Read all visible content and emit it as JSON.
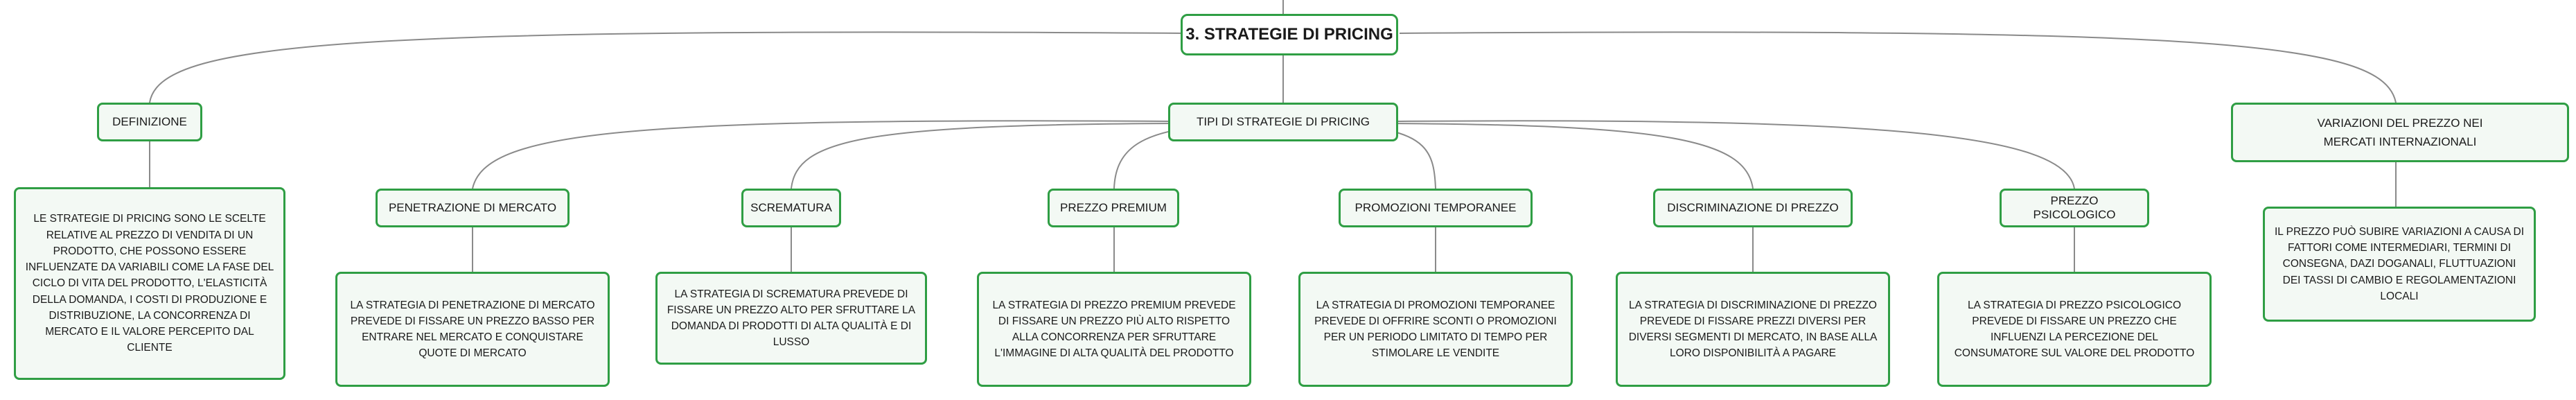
{
  "root": {
    "title": "3. STRATEGIE DI PRICING"
  },
  "branches": {
    "definizione": {
      "label": "DEFINIZIONE",
      "text": "LE STRATEGIE DI PRICING SONO LE SCELTE RELATIVE AL PREZZO DI VENDITA DI UN PRODOTTO, CHE POSSONO ESSERE INFLUENZATE DA VARIABILI COME LA FASE DEL CICLO DI VITA DEL PRODOTTO, L'ELASTICITÀ DELLA DOMANDA, I COSTI DI PRODUZIONE E DISTRIBUZIONE, LA CONCORRENZA DI MERCATO E IL VALORE PERCEPITO DAL CLIENTE"
    },
    "tipi": {
      "label": "TIPI DI STRATEGIE DI PRICING",
      "items": [
        {
          "label": "PENETRAZIONE DI MERCATO",
          "text": "LA STRATEGIA DI PENETRAZIONE DI MERCATO PREVEDE DI FISSARE UN PREZZO BASSO PER ENTRARE NEL MERCATO E CONQUISTARE QUOTE DI MERCATO"
        },
        {
          "label": "SCREMATURA",
          "text": "LA STRATEGIA DI SCREMATURA PREVEDE DI FISSARE UN PREZZO ALTO PER SFRUTTARE LA DOMANDA DI PRODOTTI DI ALTA QUALITÀ E DI LUSSO"
        },
        {
          "label": "PREZZO PREMIUM",
          "text": "LA STRATEGIA DI PREZZO PREMIUM PREVEDE DI FISSARE UN PREZZO PIÙ ALTO RISPETTO ALLA CONCORRENZA PER SFRUTTARE L'IMMAGINE DI ALTA QUALITÀ DEL PRODOTTO"
        },
        {
          "label": "PROMOZIONI TEMPORANEE",
          "text": "LA STRATEGIA DI PROMOZIONI TEMPORANEE PREVEDE DI OFFRIRE SCONTI O PROMOZIONI PER UN PERIODO LIMITATO DI TEMPO PER STIMOLARE LE VENDITE"
        },
        {
          "label": "DISCRIMINAZIONE DI PREZZO",
          "text": "LA STRATEGIA DI DISCRIMINAZIONE DI PREZZO PREVEDE DI FISSARE PREZZI DIVERSI PER DIVERSI SEGMENTI DI MERCATO, IN BASE ALLA LORO DISPONIBILITÀ A PAGARE"
        },
        {
          "label": "PREZZO PSICOLOGICO",
          "text": "LA STRATEGIA DI PREZZO PSICOLOGICO PREVEDE DI FISSARE UN PREZZO CHE INFLUENZI LA PERCEZIONE DEL CONSUMATORE SUL VALORE DEL PRODOTTO"
        }
      ]
    },
    "variazioni": {
      "label": "VARIAZIONI DEL PREZZO NEI MERCATI INTERNAZIONALI",
      "text": "IL PREZZO PUÒ SUBIRE VARIAZIONI A CAUSA DI FATTORI COME INTERMEDIARI, TERMINI DI CONSEGNA, DAZI DOGANALI, FLUTTUAZIONI DEI TASSI DI CAMBIO E REGOLAMENTAZIONI LOCALI"
    }
  },
  "colors": {
    "border": "#2f9e44",
    "fill": "#f3f9f4",
    "line": "#8a8a8a"
  }
}
